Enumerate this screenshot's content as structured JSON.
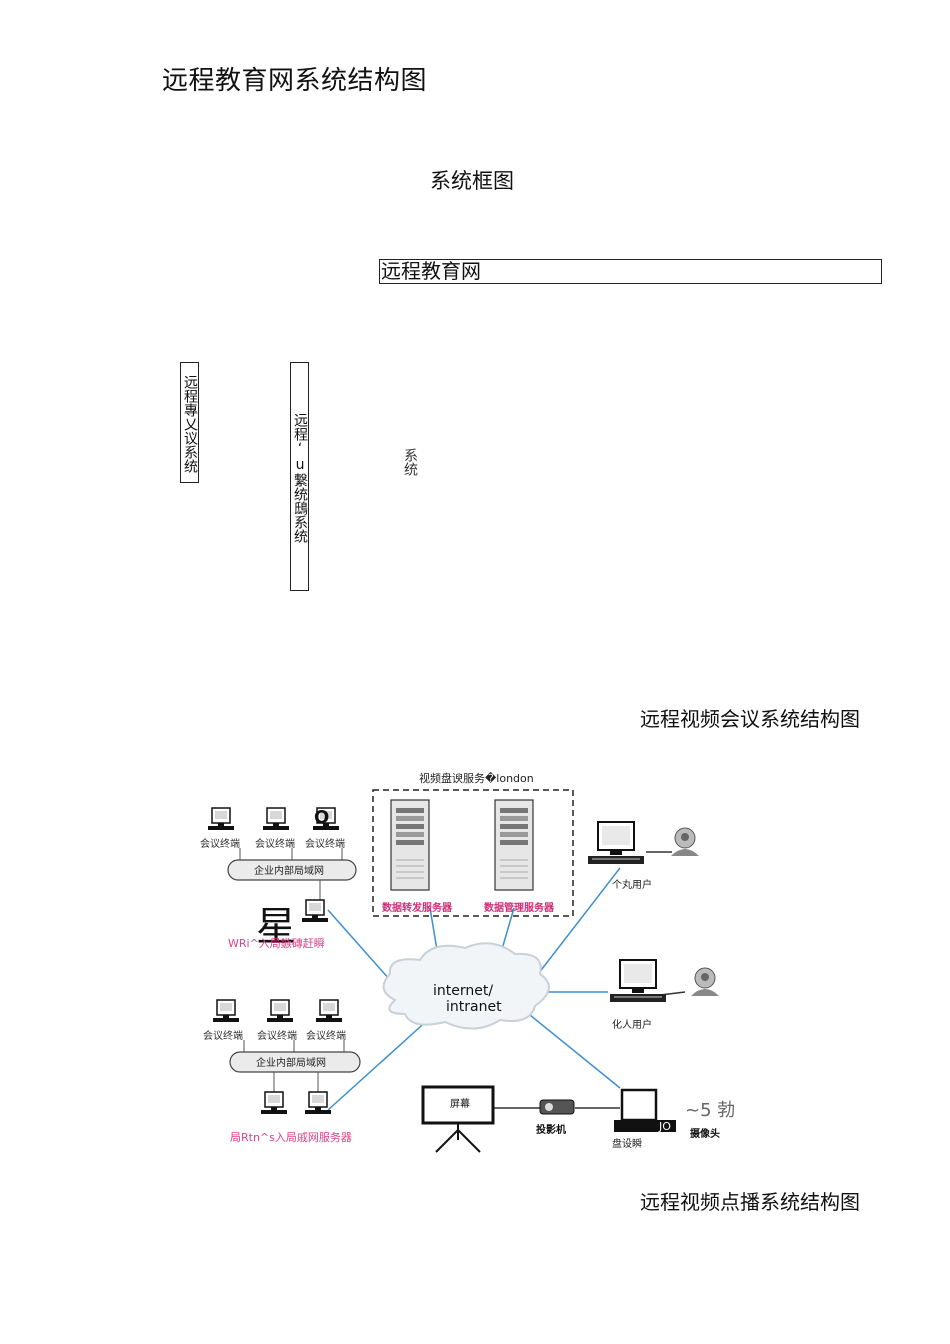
{
  "doc": {
    "title": "远程教育网系统结构图",
    "frame_title": "系统框图",
    "network_box": "远程教育网",
    "vertical_1": "远程專乂议系统",
    "vertical_2": "远程‘u繋统鴟系统",
    "vertical_3": "系统",
    "video_conf_title": "远程视频会议系统结构图",
    "vod_title": "远程视频点播系统结构图"
  },
  "diagram": {
    "server_group": "视频盘谀服务�london",
    "server_1": "数据转发服务器",
    "server_2": "数据管理服务器",
    "terminal": "会议终端",
    "lan": "企业内部局域网",
    "overlay_q": "Q",
    "overlay_xing": "星",
    "lan_server_top": "WRi^入局鏃磚赶瞬",
    "lan_server_bottom": "局Rtn^s入局戚网服务器",
    "internet_1": "internet/",
    "internet_2": "intranet",
    "user_1": "个丸用户",
    "user_2": "化人用户",
    "screen": "屏幕",
    "projector": "投影机",
    "recorder": "盘设瞬",
    "camera": "摄像头",
    "overlay_jo": "JO",
    "overlay_5": "~5 勃"
  },
  "colors": {
    "link": "#3d8fd0",
    "pink_label": "#e0408a",
    "server_label": "#d0307a"
  }
}
